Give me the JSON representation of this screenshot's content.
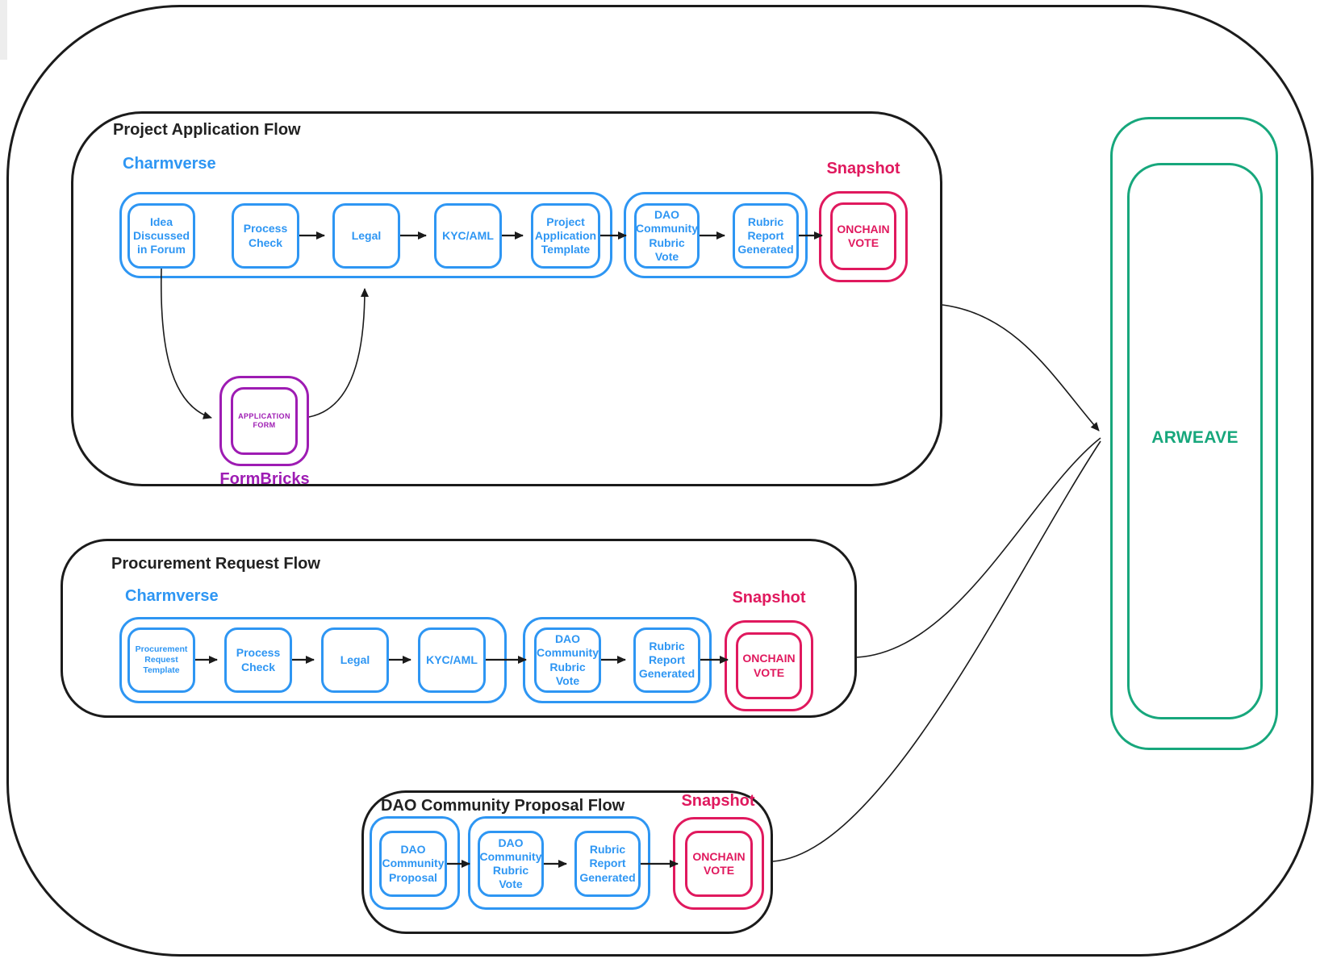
{
  "colors": {
    "blue": "#2e96f3",
    "pink": "#e0195e",
    "purple": "#9e1cb3",
    "teal": "#17a77c",
    "ink": "#1b1b1b",
    "text": "#212121"
  },
  "arweave": {
    "label": "ARWEAVE"
  },
  "flows": {
    "project": {
      "title": "Project Application Flow",
      "platform": "Charmverse",
      "snapshot": "Snapshot",
      "formbricks": "FormBricks",
      "nodes": {
        "idea": "Idea Discussed in Forum",
        "process": "Process Check",
        "legal": "Legal",
        "kyc": "KYC/AML",
        "template": "Project Application Template",
        "rubric_vote": "DAO Community Rubric Vote",
        "rubric_report": "Rubric Report Generated",
        "application_form": "APPLICATION FORM",
        "onchain": "ONCHAIN VOTE"
      }
    },
    "procurement": {
      "title": "Procurement Request Flow",
      "platform": "Charmverse",
      "snapshot": "Snapshot",
      "nodes": {
        "template": "Procurement Request Template",
        "process": "Process Check",
        "legal": "Legal",
        "kyc": "KYC/AML",
        "rubric_vote": "DAO Community Rubric Vote",
        "rubric_report": "Rubric Report Generated",
        "onchain": "ONCHAIN VOTE"
      }
    },
    "dao": {
      "title": "DAO Community Proposal Flow",
      "snapshot": "Snapshot",
      "nodes": {
        "proposal": "DAO Community Proposal",
        "rubric_vote": "DAO Community Rubric Vote",
        "rubric_report": "Rubric Report Generated",
        "onchain": "ONCHAIN VOTE"
      }
    }
  }
}
